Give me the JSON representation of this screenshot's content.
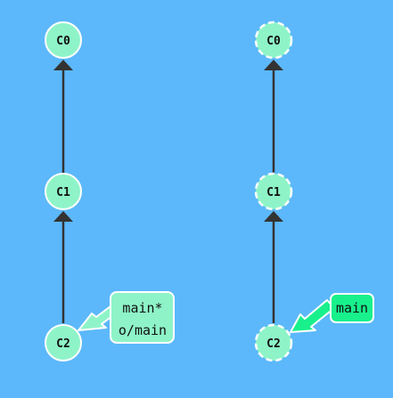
{
  "colors": {
    "background": "#5cb8fa",
    "local_commit_fill": "#8ef4c8",
    "remote_commit_fill": "#8ef4c8",
    "local_branch_fill": "#8ef4c8",
    "remote_branch_fill": "#18f08c",
    "edge": "#333333",
    "stroke": "#ffffff"
  },
  "local_repo": {
    "commits": [
      {
        "id": "C0",
        "label": "C0"
      },
      {
        "id": "C1",
        "label": "C1"
      },
      {
        "id": "C2",
        "label": "C2"
      }
    ],
    "edges": [
      {
        "from": "C1",
        "to": "C0"
      },
      {
        "from": "C2",
        "to": "C1"
      }
    ],
    "branch_tag": {
      "target": "C2",
      "lines": [
        "main*",
        "o/main"
      ]
    }
  },
  "remote_repo": {
    "commits": [
      {
        "id": "C0",
        "label": "C0"
      },
      {
        "id": "C1",
        "label": "C1"
      },
      {
        "id": "C2",
        "label": "C2"
      }
    ],
    "edges": [
      {
        "from": "C1",
        "to": "C0"
      },
      {
        "from": "C2",
        "to": "C1"
      }
    ],
    "branch_tag": {
      "target": "C2",
      "lines": [
        "main"
      ]
    }
  }
}
